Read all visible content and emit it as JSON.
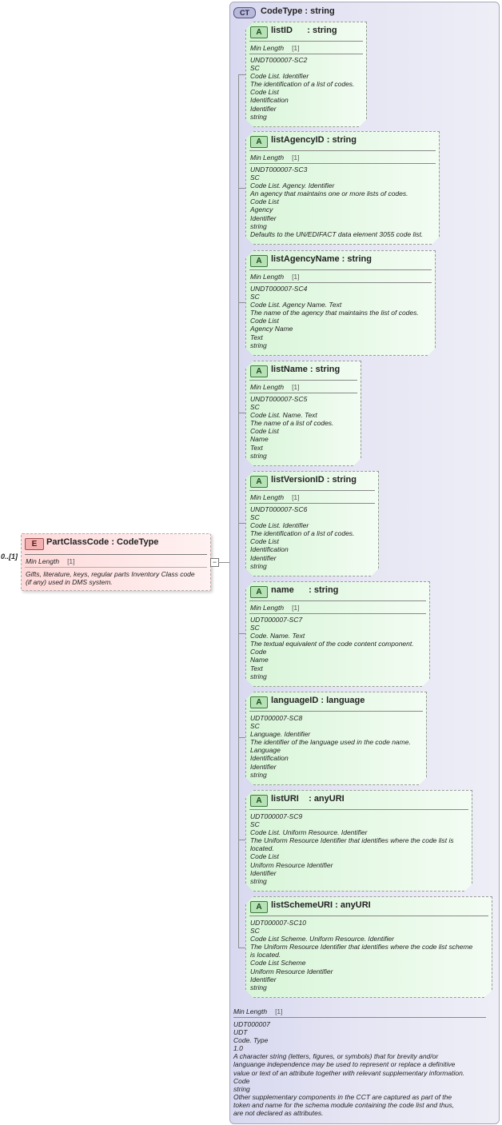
{
  "element": {
    "occurrence": "0..[1]",
    "badge": "E",
    "name": "PartClassCode",
    "sep": " : ",
    "type": "CodeType",
    "facet_label": "Min Length",
    "facet_value": "[1]",
    "doc_line1": "Gifts, literature, keys, regular parts Inventory Class code",
    "doc_line2": "(if any) used in DMS system.",
    "expand_symbol": "−"
  },
  "complex_type": {
    "badge": "CT",
    "name": "CodeType",
    "sep": " : ",
    "base": "string",
    "facet_label": "Min Length",
    "facet_value": "[1]",
    "lines": [
      "UDT000007",
      "UDT",
      "Code. Type",
      "1.0",
      "A character string (letters, figures, or symbols) that for brevity and/or",
      "languange independence may be used to represent or replace a definitive",
      "value or text of an attribute together with relevant supplementary information.",
      "Code",
      "string",
      "Other supplementary components in the CCT are captured as part of the",
      "token and name for the schema module containing the code list and thus,",
      "are not declared as attributes."
    ]
  },
  "attributes": [
    {
      "badge": "A",
      "name": "listID",
      "name_pad": "      ",
      "sep": ": ",
      "type": "string",
      "facet_label": "Min Length",
      "facet_value": "[1]",
      "lines": [
        "UNDT000007-SC2",
        "SC",
        "Code List. Identifier",
        "The identification of a list of codes.",
        "Code List",
        "Identification",
        "Identifier",
        "string"
      ]
    },
    {
      "badge": "A",
      "name": "listAgencyID",
      "name_pad": " ",
      "sep": ": ",
      "type": "string",
      "facet_label": "Min Length",
      "facet_value": "[1]",
      "lines": [
        "UNDT000007-SC3",
        "SC",
        "Code List. Agency. Identifier",
        "An agency that maintains one or more lists of codes.",
        "Code List",
        "Agency",
        "Identifier",
        "string",
        "Defaults to the UN/EDIFACT data element 3055 code list."
      ]
    },
    {
      "badge": "A",
      "name": "listAgencyName",
      "name_pad": " ",
      "sep": ": ",
      "type": "string",
      "facet_label": "Min Length",
      "facet_value": "[1]",
      "lines": [
        "UNDT000007-SC4",
        "SC",
        "Code List. Agency Name. Text",
        "The name of the agency that maintains the list of codes.",
        "Code List",
        "Agency Name",
        "Text",
        "string"
      ]
    },
    {
      "badge": "A",
      "name": "listName",
      "name_pad": " ",
      "sep": ": ",
      "type": "string",
      "facet_label": "Min Length",
      "facet_value": "[1]",
      "lines": [
        "UNDT000007-SC5",
        "SC",
        "Code List. Name. Text",
        "The name of a list of codes.",
        "Code List",
        "Name",
        "Text",
        "string"
      ]
    },
    {
      "badge": "A",
      "name": "listVersionID",
      "name_pad": " ",
      "sep": ": ",
      "type": "string",
      "facet_label": "Min Length",
      "facet_value": "[1]",
      "lines": [
        "UNDT000007-SC6",
        "SC",
        "Code List. Identifier",
        "The identification of a list of codes.",
        "Code List",
        "Identification",
        "Identifier",
        "string"
      ]
    },
    {
      "badge": "A",
      "name": "name",
      "name_pad": "      ",
      "sep": ": ",
      "type": "string",
      "facet_label": "Min Length",
      "facet_value": "[1]",
      "lines": [
        "UDT000007-SC7",
        "SC",
        "Code. Name. Text",
        "The textual equivalent of the code content component.",
        "Code",
        "Name",
        "Text",
        "string"
      ]
    },
    {
      "badge": "A",
      "name": "languageID",
      "name_pad": " ",
      "sep": ": ",
      "type": "language",
      "facet_label": "",
      "facet_value": "",
      "lines": [
        "UDT000007-SC8",
        "SC",
        "Language. Identifier",
        "The identifier of the language used in the code name.",
        "Language",
        "Identification",
        "Identifier",
        "string"
      ]
    },
    {
      "badge": "A",
      "name": "listURI",
      "name_pad": "    ",
      "sep": ": ",
      "type": "anyURI",
      "facet_label": "",
      "facet_value": "",
      "lines": [
        "UDT000007-SC9",
        "SC",
        "Code List. Uniform Resource. Identifier",
        "The Uniform Resource Identifier that identifies where the code list is",
        "located.",
        "Code List",
        "Uniform Resource Identifier",
        "Identifier",
        "string"
      ]
    },
    {
      "badge": "A",
      "name": "listSchemeURI",
      "name_pad": " ",
      "sep": ": ",
      "type": "anyURI",
      "facet_label": "",
      "facet_value": "",
      "lines": [
        "UDT000007-SC10",
        "SC",
        "Code List Scheme. Uniform Resource. Identifier",
        "The Uniform Resource Identifier that identifies where the code list scheme",
        "is located.",
        "Code List Scheme",
        "Uniform Resource Identifier",
        "Identifier",
        "string"
      ]
    }
  ]
}
